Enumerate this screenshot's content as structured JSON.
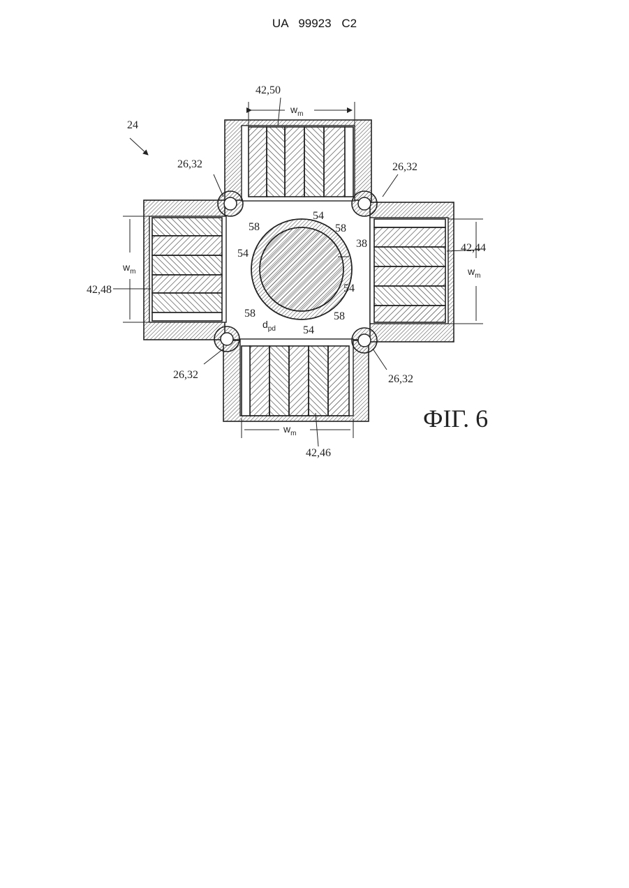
{
  "header": {
    "doc_number": "UA   99923   C2"
  },
  "figure": {
    "caption": "ФІГ. 6",
    "labels": {
      "assembly": "24",
      "magnet_top": "42,50",
      "magnet_right": "42,44",
      "magnet_bottom": "42,46",
      "magnet_left": "42,48",
      "flange_tl": "26,32",
      "flange_tr": "26,32",
      "flange_bl": "26,32",
      "flange_br": "26,32",
      "shaft": "38",
      "gap_top": "54",
      "gap_right": "54",
      "gap_bottom": "54",
      "gap_left": "54",
      "corner_tl": "58",
      "corner_tr": "58",
      "corner_bl": "58",
      "corner_br": "58",
      "pole_distance": "d",
      "pole_distance_sub": "pd",
      "width_top": "w",
      "width_right": "w",
      "width_bottom": "w",
      "width_left": "w",
      "width_sub": "m"
    }
  }
}
